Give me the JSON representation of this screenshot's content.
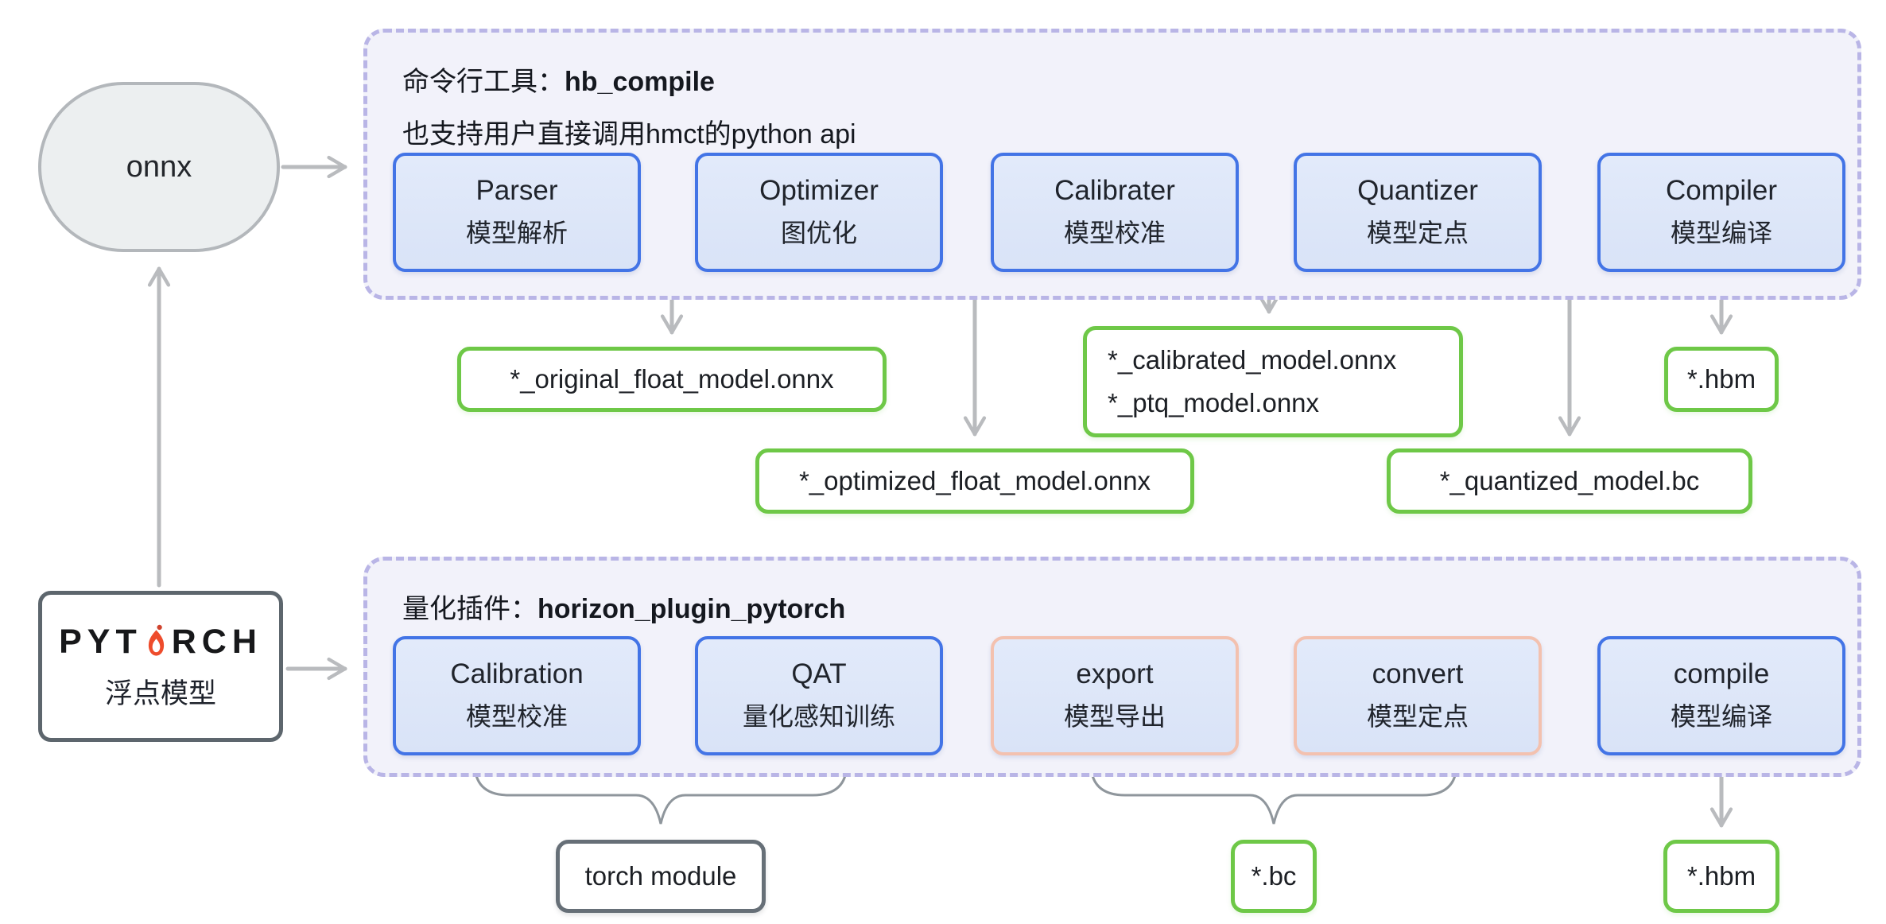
{
  "colors": {
    "stage_blue_border": "#4374e6",
    "stage_pink_border": "#f3c1af",
    "stage_fill": "#dce5f8",
    "artifact_green_border": "#6ec847",
    "container_fill": "#f2f2fa",
    "container_dash_border": "#b9b5e6",
    "arrow_gray": "#b9bbbe",
    "pytorch_flame_orange": "#ee4c2c"
  },
  "onnx": {
    "label": "onnx"
  },
  "pytorch": {
    "logo_left": "PYT",
    "logo_right": "RCH",
    "subtitle": "浮点模型"
  },
  "hb_compile_section": {
    "title_prefix": "命令行工具：",
    "title_name": "hb_compile",
    "subtitle": "也支持用户直接调用hmct的python api",
    "stages": [
      {
        "name": "Parser",
        "desc": "模型解析"
      },
      {
        "name": "Optimizer",
        "desc": "图优化"
      },
      {
        "name": "Calibrater",
        "desc": "模型校准"
      },
      {
        "name": "Quantizer",
        "desc": "模型定点"
      },
      {
        "name": "Compiler",
        "desc": "模型编译"
      }
    ],
    "artifacts": {
      "original": "*_original_float_model.onnx",
      "optimized": "*_optimized_float_model.onnx",
      "calibrated_line1": "*_calibrated_model.onnx",
      "calibrated_line2": "*_ptq_model.onnx",
      "quantized": "*_quantized_model.bc",
      "hbm": "*.hbm"
    }
  },
  "plugin_section": {
    "title_prefix": "量化插件：",
    "title_name": "horizon_plugin_pytorch",
    "stages": [
      {
        "name": "Calibration",
        "desc": "模型校准"
      },
      {
        "name": "QAT",
        "desc": "量化感知训练"
      },
      {
        "name": "export",
        "desc": "模型导出"
      },
      {
        "name": "convert",
        "desc": "模型定点"
      },
      {
        "name": "compile",
        "desc": "模型编译"
      }
    ],
    "artifacts": {
      "torch_module": "torch module",
      "bc": "*.bc",
      "hbm": "*.hbm"
    }
  }
}
